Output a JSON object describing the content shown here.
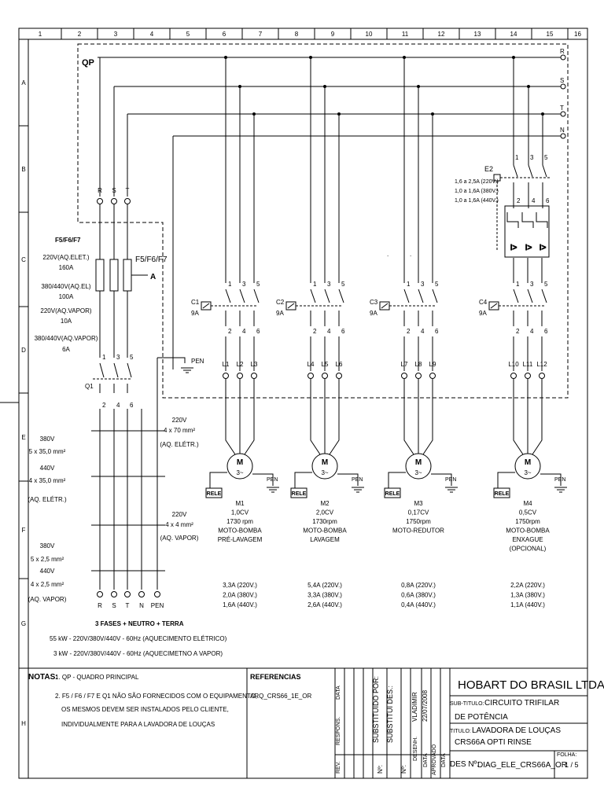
{
  "grid": {
    "columns": [
      "1",
      "2",
      "3",
      "4",
      "5",
      "6",
      "7",
      "8",
      "9",
      "10",
      "11",
      "12",
      "13",
      "14",
      "15",
      "16"
    ],
    "rows": [
      "A",
      "B",
      "C",
      "D",
      "E",
      "F",
      "G",
      "H"
    ]
  },
  "panel": {
    "label": "QP"
  },
  "bus": {
    "phases": [
      "R",
      "S",
      "T",
      "N"
    ]
  },
  "inputs": {
    "terminals": [
      "R",
      "S",
      "T"
    ],
    "fuse_title": "F5/F6/F7",
    "fuse_tag": "F5/F6/F7",
    "fuse_arrow": "A",
    "fuse_ratings": [
      "220V(AQ.ELET.)",
      "160A",
      "380/440V(AQ.EL)",
      "100A",
      "220V(AQ.VAPOR)",
      "10A",
      "380/440V(AQ.VAPOR)",
      "6A"
    ],
    "q1_label": "Q1",
    "q1_top": [
      "1",
      "3",
      "5"
    ],
    "q1_bottom": [
      "2",
      "4",
      "6"
    ],
    "pen_label": "PEN"
  },
  "e2": {
    "label": "E2",
    "ratings": [
      "1,6 a 2,5A (220V.)",
      "1,0 a 1,6A (380V.)",
      "1,0 a 1,6A (440V.)"
    ],
    "top": [
      "1",
      "3",
      "5"
    ],
    "bottom": [
      "2",
      "4",
      "6"
    ]
  },
  "circuits": [
    {
      "contactor": "C1",
      "amp": "9A",
      "lines": [
        "L1",
        "L2",
        "L3"
      ],
      "motor": "M1",
      "power": "1,0CV",
      "rpm": "1730 rpm",
      "desc": [
        "MOTO-BOMBA",
        "PRÉ-LAVAGEM"
      ],
      "currents": [
        "3,3A (220V.)",
        "2,0A (380V.)",
        "1,6A (440V.)"
      ],
      "rele": "RELE",
      "pen": "PEN"
    },
    {
      "contactor": "C2",
      "amp": "9A",
      "lines": [
        "L4",
        "L5",
        "L6"
      ],
      "motor": "M2",
      "power": "2,0CV",
      "rpm": "1730rpm",
      "desc": [
        "MOTO-BOMBA",
        "LAVAGEM"
      ],
      "currents": [
        "5,4A (220V.)",
        "3,3A (380V.)",
        "2,6A (440V.)"
      ],
      "rele": "RELE",
      "pen": "PEN"
    },
    {
      "contactor": "C3",
      "amp": "9A",
      "lines": [
        "L7",
        "L8",
        "L9"
      ],
      "motor": "M3",
      "power": "0,17CV",
      "rpm": "1750rpm",
      "desc": [
        "MOTO-REDUTOR"
      ],
      "currents": [
        "0,8A (220V.)",
        "0,6A (380V.)",
        "0,4A (440V.)"
      ],
      "rele": "RELE",
      "pen": "PEN"
    },
    {
      "contactor": "C4",
      "amp": "9A",
      "lines": [
        "L10",
        "L11",
        "L12"
      ],
      "motor": "M4",
      "power": "0,5CV",
      "rpm": "1750rpm",
      "desc": [
        "MOTO-BOMBA",
        "ENXAGUE",
        "(OPCIONAL)"
      ],
      "currents": [
        "2,2A (220V.)",
        "1,3A (380V.)",
        "1,1A (440V.)"
      ],
      "rele": "RELE",
      "pen": "PEN"
    }
  ],
  "terminal_labels": {
    "contacts_top": [
      "1",
      "3",
      "5"
    ],
    "contacts_bottom": [
      "2",
      "4",
      "6"
    ]
  },
  "motor_symbol": {
    "letter": "M",
    "phase": "3~"
  },
  "cables": {
    "left": [
      "380V",
      "5 x 35,0 mm²",
      "440V",
      "4 x 35,0 mm²",
      "(AQ. ELÉTR.)",
      "380V",
      "5 x 2,5 mm²",
      "440V",
      "4 x 2,5 mm²",
      "(AQ. VAPOR)"
    ],
    "right": [
      "220V",
      "4 x 70 mm²",
      "(AQ. ELÉTR.)",
      "220V",
      "4 x 4 mm²",
      "(AQ. VAPOR)"
    ]
  },
  "supply": {
    "terminals": [
      "R",
      "S",
      "T",
      "N",
      "PEN"
    ],
    "summary": "3 FASES + NEUTRO + TERRA",
    "spec1": "55 kW - 220V/380V/440V - 60Hz (AQUECIMENTO ELÉTRICO)",
    "spec2": "3 kW - 220V/380V/440V - 60Hz (AQUECIMETNO A VAPOR)"
  },
  "title_block": {
    "notes_label": "NOTAS:",
    "notes": [
      "1. QP - QUADRO PRINCIPAL",
      "2. F5 / F6 / F7 E Q1 NÃO SÃO FORNECIDOS COM O EQUIPAMENTO,",
      "OS MESMOS DEVEM SER INSTALADOS PELO CLIENTE,",
      "INDIVIDUALMENTE PARA A LAVADORA DE LOUÇAS"
    ],
    "references_label": "REFERENCIAS",
    "reference": "ARQ_CRS66_1E_OR",
    "data_col": "DATA",
    "respons_col": "RESPONS.",
    "rev_col": "REV.",
    "substituido_col": "SUBSTITUIDO POR:",
    "substitui_col": "SUBSTITUI DES.:",
    "no_label": "Nº:",
    "designer": "VLADIMIR",
    "date": "22/07/2008",
    "desenh_label": "DESENH.",
    "aprovado_label": "APROVADO",
    "company": "HOBART DO BRASIL LTDA.",
    "subtitle_label": "SUB-TITULO:",
    "subtitle": "CIRCUITO TRIFILAR",
    "subtitle2": "DE POTÊNCIA",
    "title_label": "TITULO:",
    "title": "LAVADORA DE LOUÇAS",
    "title2": "CRS66A OPTI RINSE",
    "des_label": "DES Nº:",
    "des_number": "DIAG_ELE_CRS66A_OR",
    "folha_label": "FOLHA:",
    "folha": "1 / 5"
  }
}
